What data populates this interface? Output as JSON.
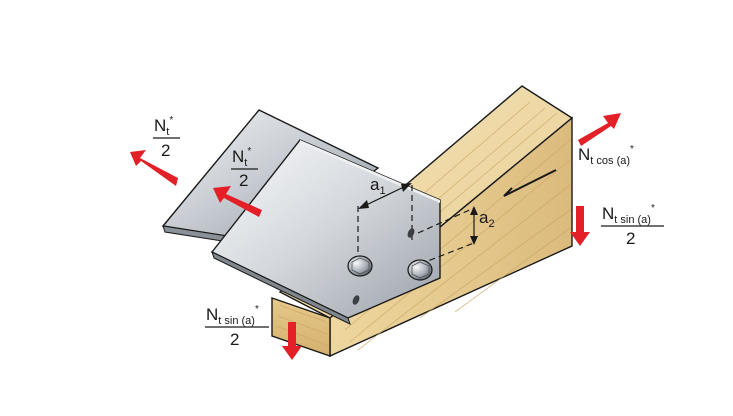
{
  "figure": {
    "labels": {
      "nt_half_outer": {
        "main": "N",
        "sub": "t",
        "sup": "*",
        "denominator": "2"
      },
      "nt_half_inner": {
        "main": "N",
        "sub": "t",
        "sup": "*",
        "denominator": "2"
      },
      "nt_cos": {
        "main": "N",
        "sub": "t cos (a)",
        "sup": "*"
      },
      "nt_sin_right": {
        "main": "N",
        "sub": "t sin (a)",
        "sup": "*",
        "denominator": "2"
      },
      "nt_sin_bottom": {
        "main": "N",
        "sub": "t sin (a)",
        "sup": "*",
        "denominator": "2"
      },
      "a1": {
        "main": "a",
        "sub": "1"
      },
      "a2": {
        "main": "a",
        "sub": "2"
      }
    },
    "colors": {
      "force_arrow": "#e32028",
      "timber_light": "#f1dcaa",
      "timber_dark": "#d9b97c",
      "steel_light": "#e6e9ed",
      "steel_dark": "#a7adb4",
      "outline": "#1a1a1a"
    }
  }
}
